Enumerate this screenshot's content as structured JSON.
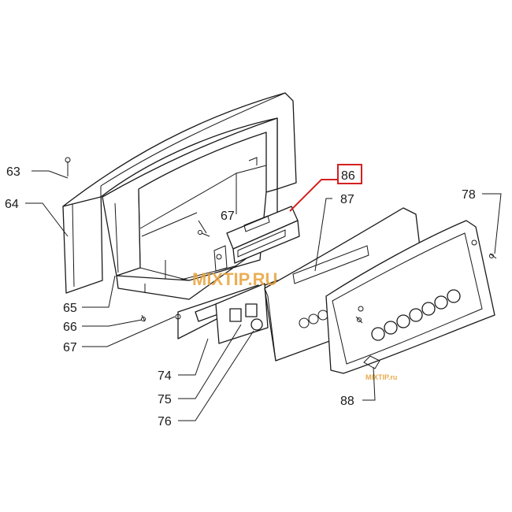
{
  "diagram": {
    "callouts": [
      {
        "id": "c63",
        "text": "63"
      },
      {
        "id": "c64",
        "text": "64"
      },
      {
        "id": "c65",
        "text": "65"
      },
      {
        "id": "c66",
        "text": "66"
      },
      {
        "id": "c67a",
        "text": "67"
      },
      {
        "id": "c67b",
        "text": "67"
      },
      {
        "id": "c74",
        "text": "74"
      },
      {
        "id": "c75",
        "text": "75"
      },
      {
        "id": "c76",
        "text": "76"
      },
      {
        "id": "c86",
        "text": "86"
      },
      {
        "id": "c87",
        "text": "87"
      },
      {
        "id": "c78",
        "text": "78"
      },
      {
        "id": "c88",
        "text": "88"
      }
    ],
    "highlight": {
      "part": "86",
      "color": "#d42020"
    },
    "watermark": {
      "text_main": "MIXTIP.RU",
      "text_small": "MIXTIP.ru",
      "color": "#e8a23a"
    },
    "colors": {
      "line": "#1a1a1a",
      "highlight": "#d42020"
    }
  }
}
